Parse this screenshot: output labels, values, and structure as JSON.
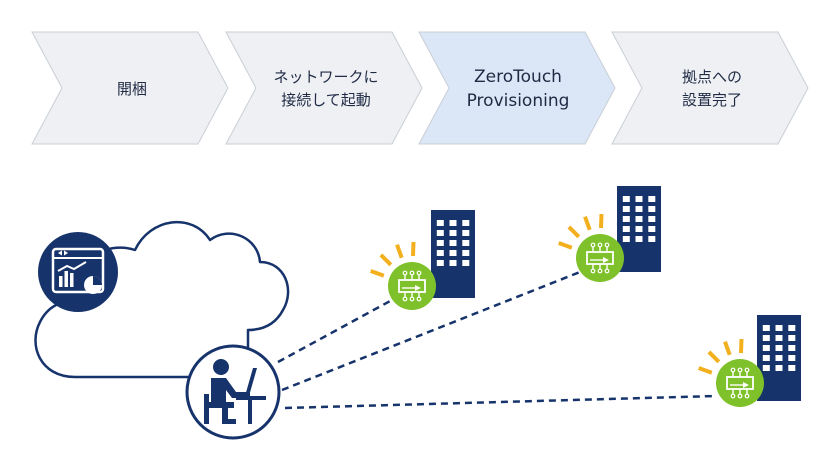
{
  "steps": [
    {
      "lines": [
        "開梱"
      ],
      "active": false
    },
    {
      "lines": [
        "ネットワークに",
        "接続して起動"
      ],
      "active": false
    },
    {
      "lines": [
        "ZeroTouch",
        "Provisioning"
      ],
      "active": true
    },
    {
      "lines": [
        "拠点への",
        "設置完了"
      ],
      "active": false
    }
  ],
  "colors": {
    "step_fill": "#eef0f3",
    "step_active_fill": "#dbe6f6",
    "step_stroke": "#c9ced6",
    "navy": "#17336b",
    "green": "#7ec12a",
    "ray": "#f2b01e"
  },
  "icons": [
    "cloud-icon",
    "dashboard-chart-icon",
    "operator-at-laptop-icon",
    "building-icon",
    "device-board-icon"
  ]
}
